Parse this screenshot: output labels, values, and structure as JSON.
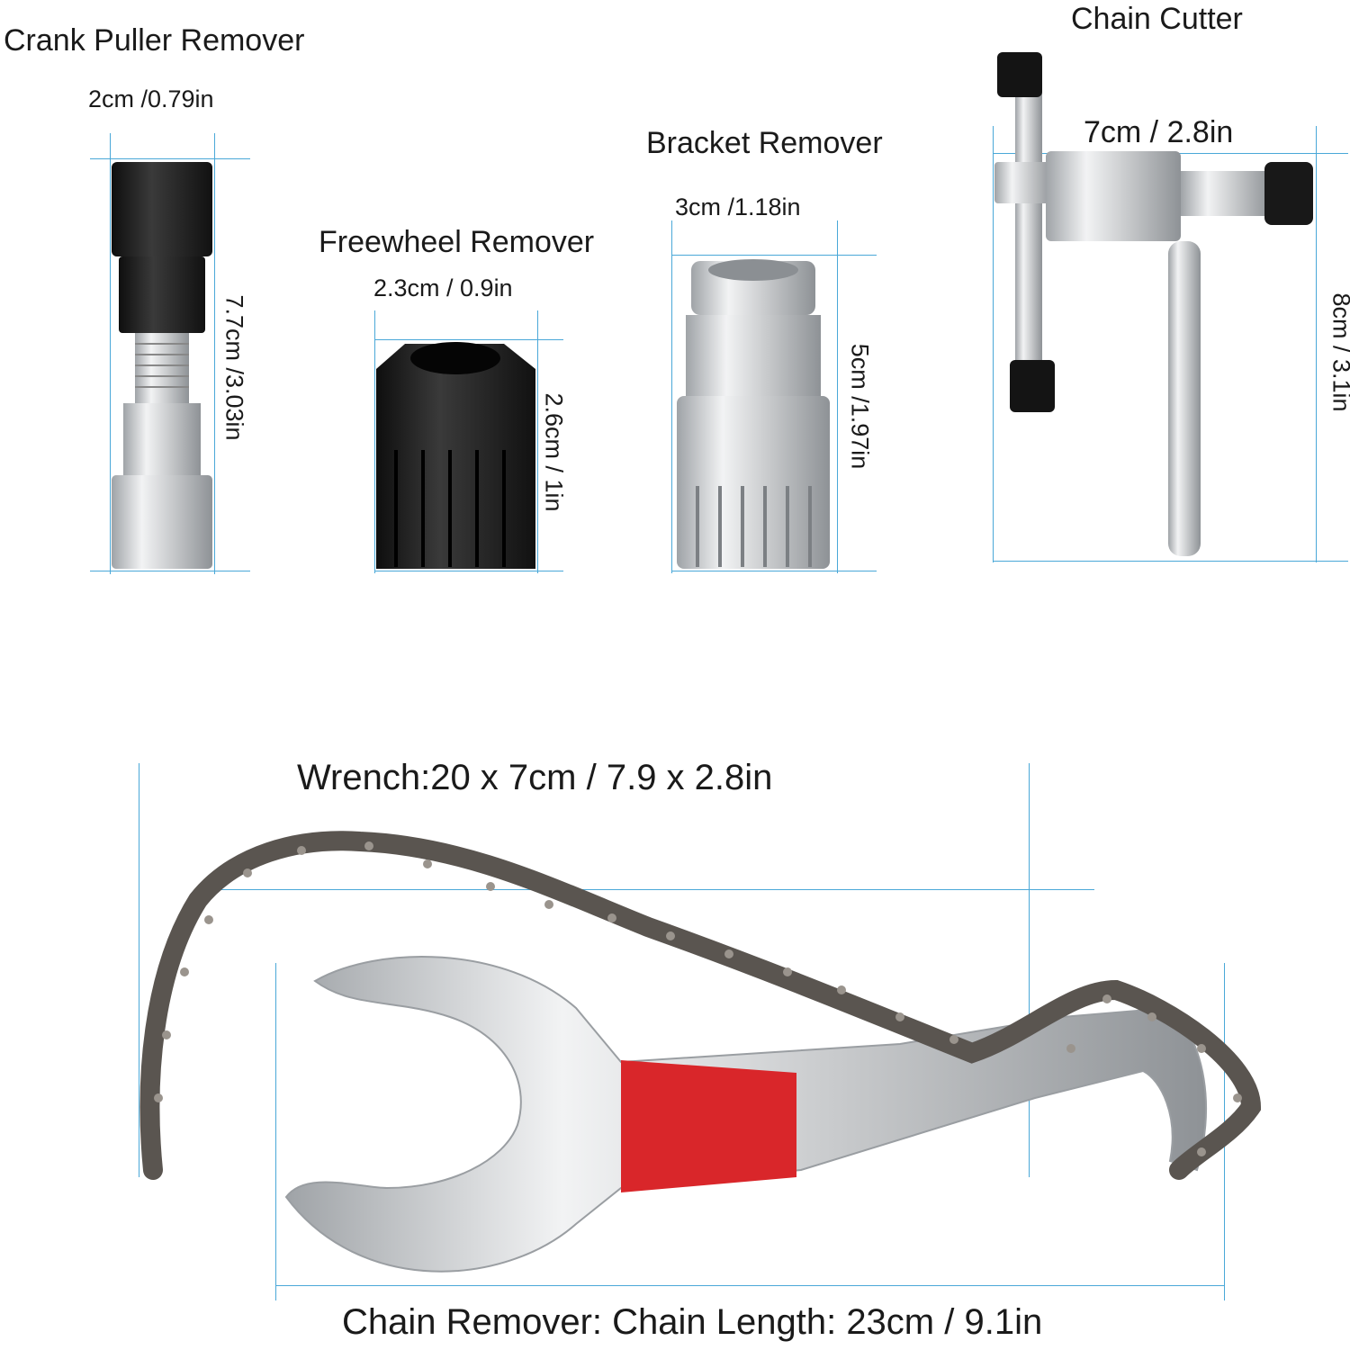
{
  "tools": {
    "crank_puller": {
      "title": "Crank Puller Remover",
      "width": "2cm /0.79in",
      "height": "7.7cm /3.03in"
    },
    "freewheel": {
      "title": "Freewheel Remover",
      "width": "2.3cm / 0.9in",
      "height": "2.6cm / 1in"
    },
    "bracket": {
      "title": "Bracket Remover",
      "width": "3cm /1.18in",
      "height": "5cm /1.97in"
    },
    "chain_cutter": {
      "title": "Chain Cutter",
      "width": "7cm / 2.8in",
      "height": "8cm / 3.1in"
    },
    "wrench": {
      "label": "Wrench:20 x 7cm / 7.9 x 2.8in"
    },
    "chain_remover": {
      "label": "Chain Remover: Chain Length:  23cm / 9.1in"
    }
  },
  "colors": {
    "guide_line": "#4aa8d8",
    "grip": "#d9262a",
    "steel": "#d6d8da",
    "black_part": "#1c1c1c",
    "chain": "#5a5550"
  }
}
